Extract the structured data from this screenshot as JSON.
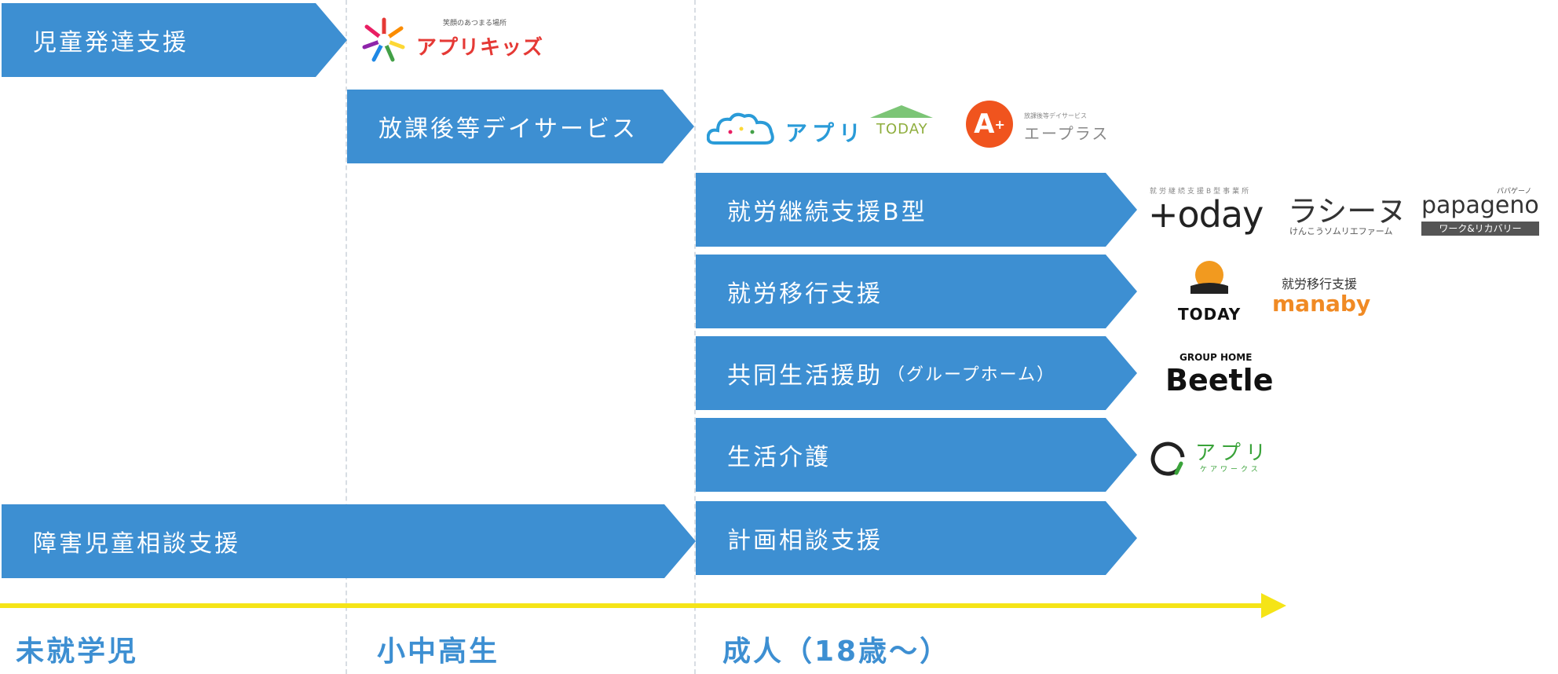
{
  "rows": {
    "child_dev": "児童発達支援",
    "after_school": "放課後等デイサービス",
    "employment_b": "就労継続支援B型",
    "employment_transition": "就労移行支援",
    "group_living": "共同生活援助",
    "group_living_sub": "（グループホーム）",
    "life_care": "生活介護",
    "child_consult": "障害児童相談支援",
    "plan_consult": "計画相談支援"
  },
  "stages": {
    "preschool": "未就学児",
    "school": "小中高生",
    "adult": "成人（18歳〜）"
  },
  "logos": {
    "apuri_kids_tagline": "笑顔のあつまる場所",
    "apuri_kids": "アプリキッズ",
    "apuri": "アプリ",
    "today_small": "TODAY",
    "aplus_tagline": "放課後等デイサービス",
    "aplus": "エープラス",
    "aplus_mark": "A",
    "today_b_tagline": "就労継続支援B型事業所",
    "today_b": "+oday",
    "rashinu": "ラシーヌ",
    "rashinu_sub": "けんこうソムリエファーム",
    "papageno_tagline": "パパゲーノ",
    "papageno": "papageno",
    "papageno_sub": "ワーク&リカバリー",
    "today_transition": "TODAY",
    "manaby_label": "就労移行支援",
    "manaby": "manaby",
    "beetle_top": "GROUP HOME",
    "beetle": "Beetle",
    "apuri_care": "アプリ",
    "apuri_care_sub": "ケアワークス"
  },
  "colors": {
    "arrow_blue": "#3d8fd2",
    "timeline_yellow": "#f5e417"
  }
}
